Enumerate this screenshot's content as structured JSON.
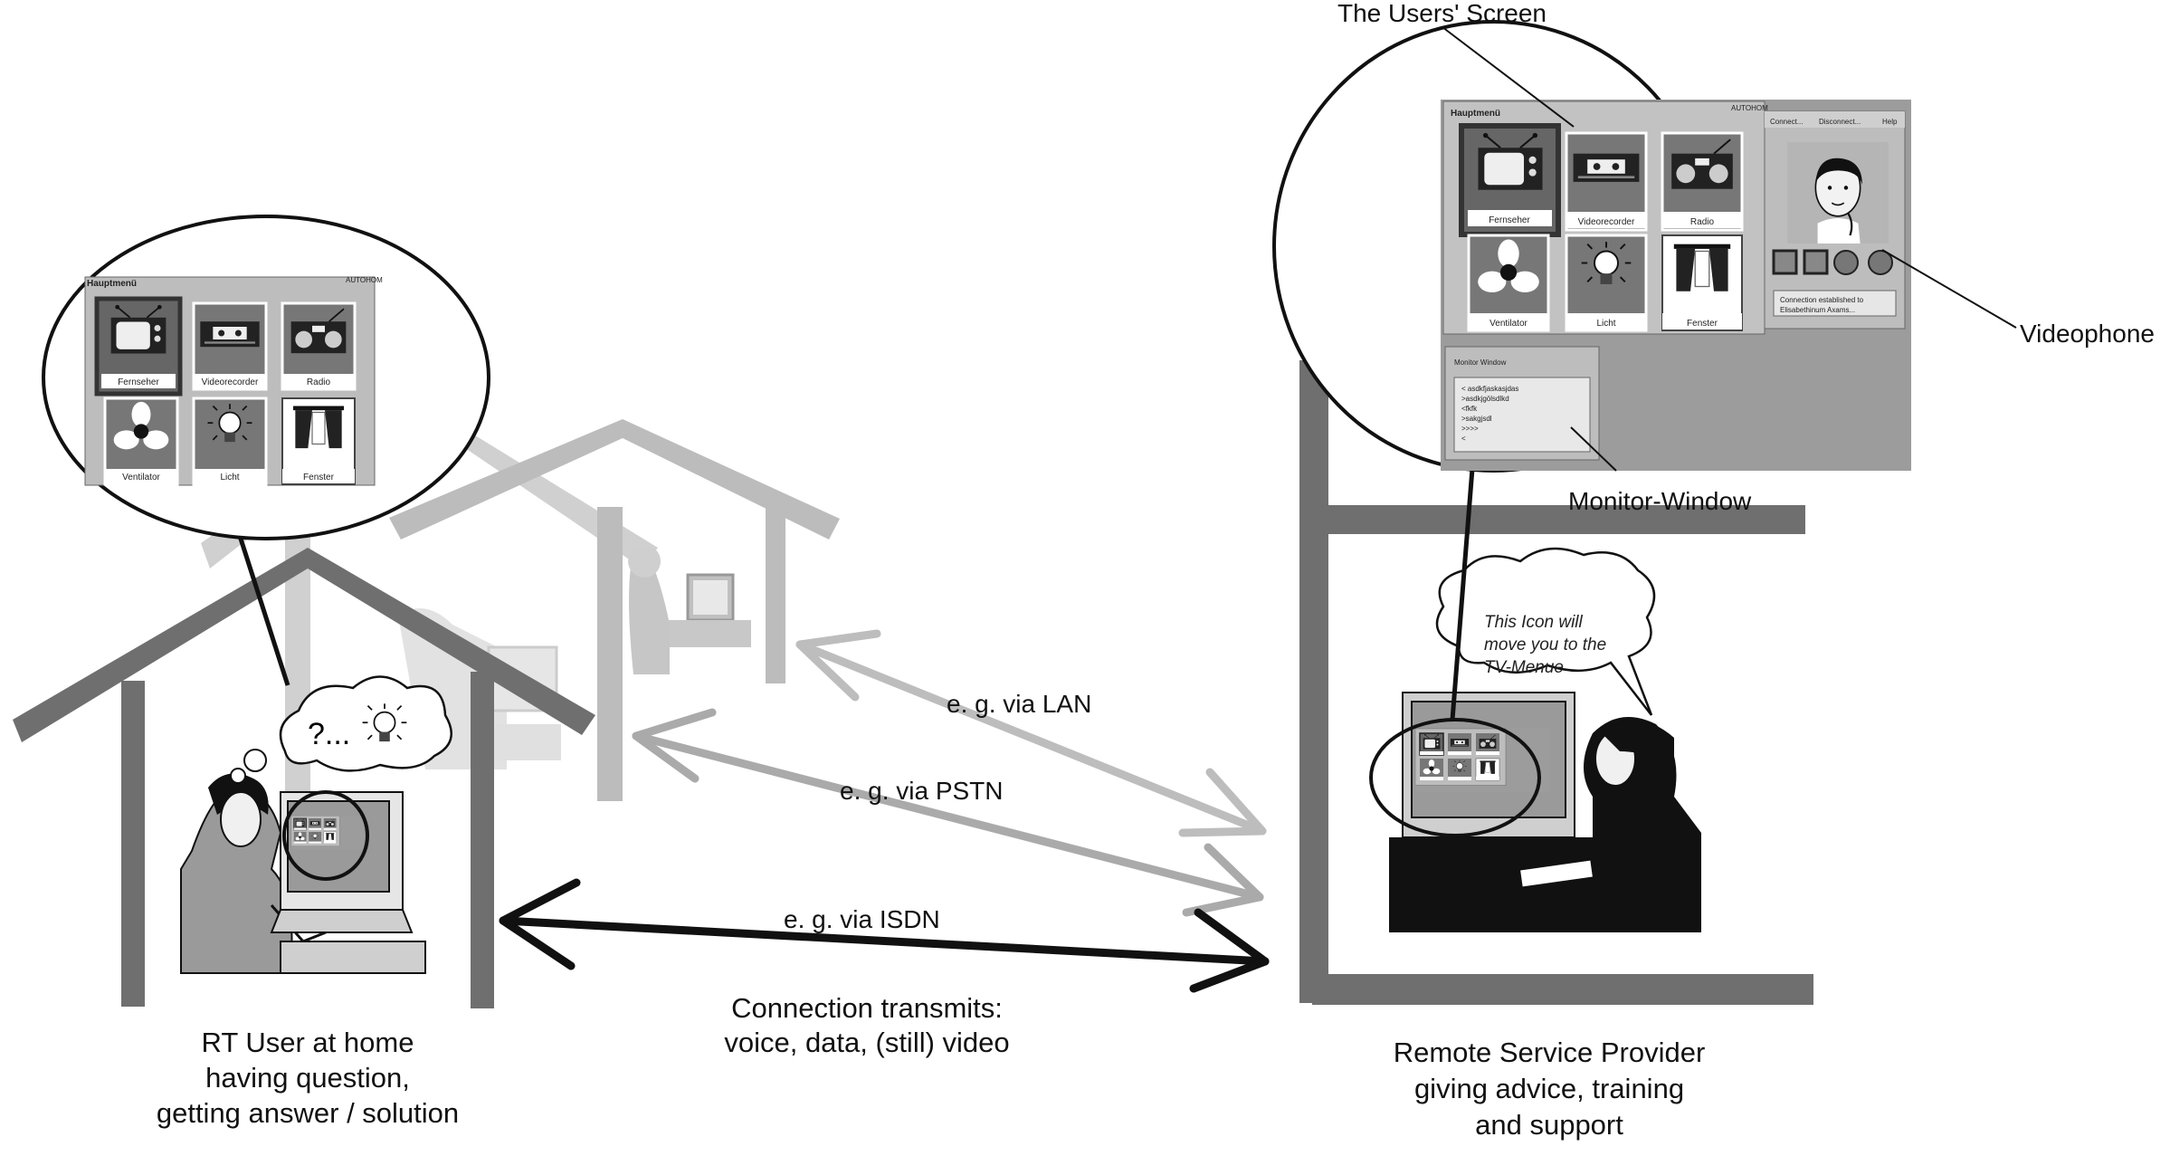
{
  "labels": {
    "users_screen": "The Users' Screen",
    "videophone": "Videophone",
    "monitor_window": "Monitor-Window",
    "via_lan": "e. g. via LAN",
    "via_pstn": "e. g. via PSTN",
    "via_isdn": "e. g. via ISDN",
    "connection_line1": "Connection transmits:",
    "connection_line2": "voice, data, (still) video",
    "user_line1": "RT User at home",
    "user_line2": "having question,",
    "user_line3": "getting answer / solution",
    "provider_line1": "Remote Service Provider",
    "provider_line2": "giving advice, training",
    "provider_line3": "and support",
    "thought": "?...",
    "bubble_line1": "This Icon will",
    "bubble_line2": "move you to the",
    "bubble_line3": "TV-Menue"
  },
  "menu": {
    "title": "Hauptmenü",
    "status": "AUTOHOM",
    "icons": [
      {
        "label": "Fernseher",
        "icon": "tv-icon"
      },
      {
        "label": "Videorecorder",
        "icon": "vcr-icon"
      },
      {
        "label": "Radio",
        "icon": "radio-icon"
      },
      {
        "label": "Ventilator",
        "icon": "fan-icon"
      },
      {
        "label": "Licht",
        "icon": "lightbulb-icon"
      },
      {
        "label": "Fenster",
        "icon": "window-curtain-icon"
      }
    ]
  },
  "videophone_panel": {
    "menu": [
      "Connect...",
      "Disconnect...",
      "Help"
    ],
    "status_line1": "Connection established to",
    "status_line2": "Elisabethinum Axams..."
  },
  "monitor_window": {
    "title": "Monitor Window",
    "lines": [
      "< asdkfjaskasjdas",
      ">asdkjgölsdlkd",
      "<fkfk",
      ">sakgjsdl",
      ">>>>",
      "<"
    ]
  }
}
